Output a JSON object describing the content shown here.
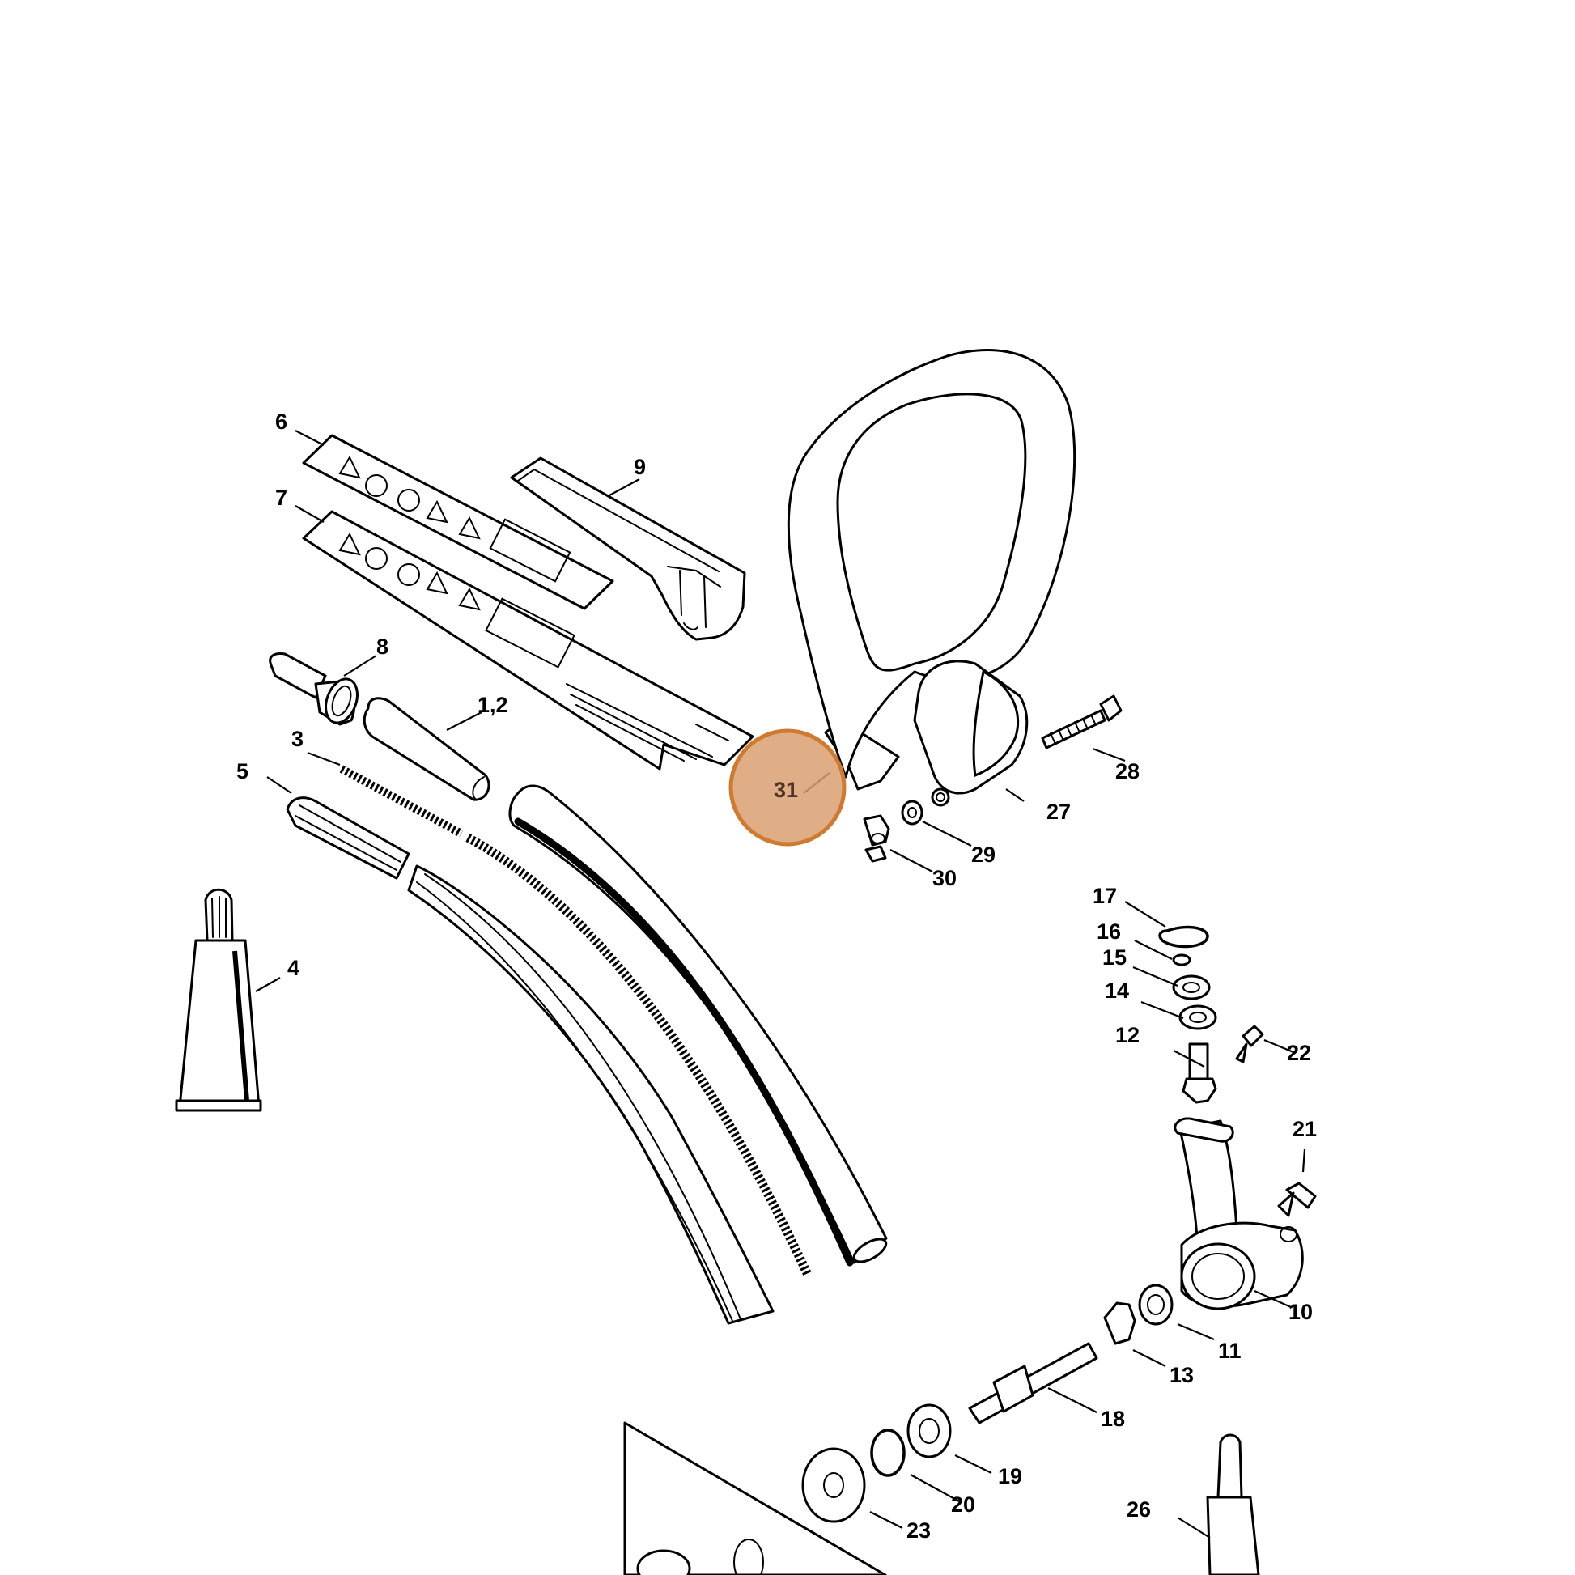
{
  "diagram": {
    "highlight": {
      "label": "31",
      "fill_color": "#d9a071",
      "stroke_color": "#d07a30"
    },
    "callouts": {
      "p1_2": "1,2",
      "p3": "3",
      "p4": "4",
      "p5": "5",
      "p6": "6",
      "p7": "7",
      "p8": "8",
      "p9": "9",
      "p10": "10",
      "p11": "11",
      "p12": "12",
      "p13": "13",
      "p14": "14",
      "p15": "15",
      "p16": "16",
      "p17": "17",
      "p18": "18",
      "p19": "19",
      "p20": "20",
      "p21": "21",
      "p22": "22",
      "p23": "23",
      "p26": "26",
      "p27": "27",
      "p28": "28",
      "p29": "29",
      "p30": "30"
    }
  }
}
